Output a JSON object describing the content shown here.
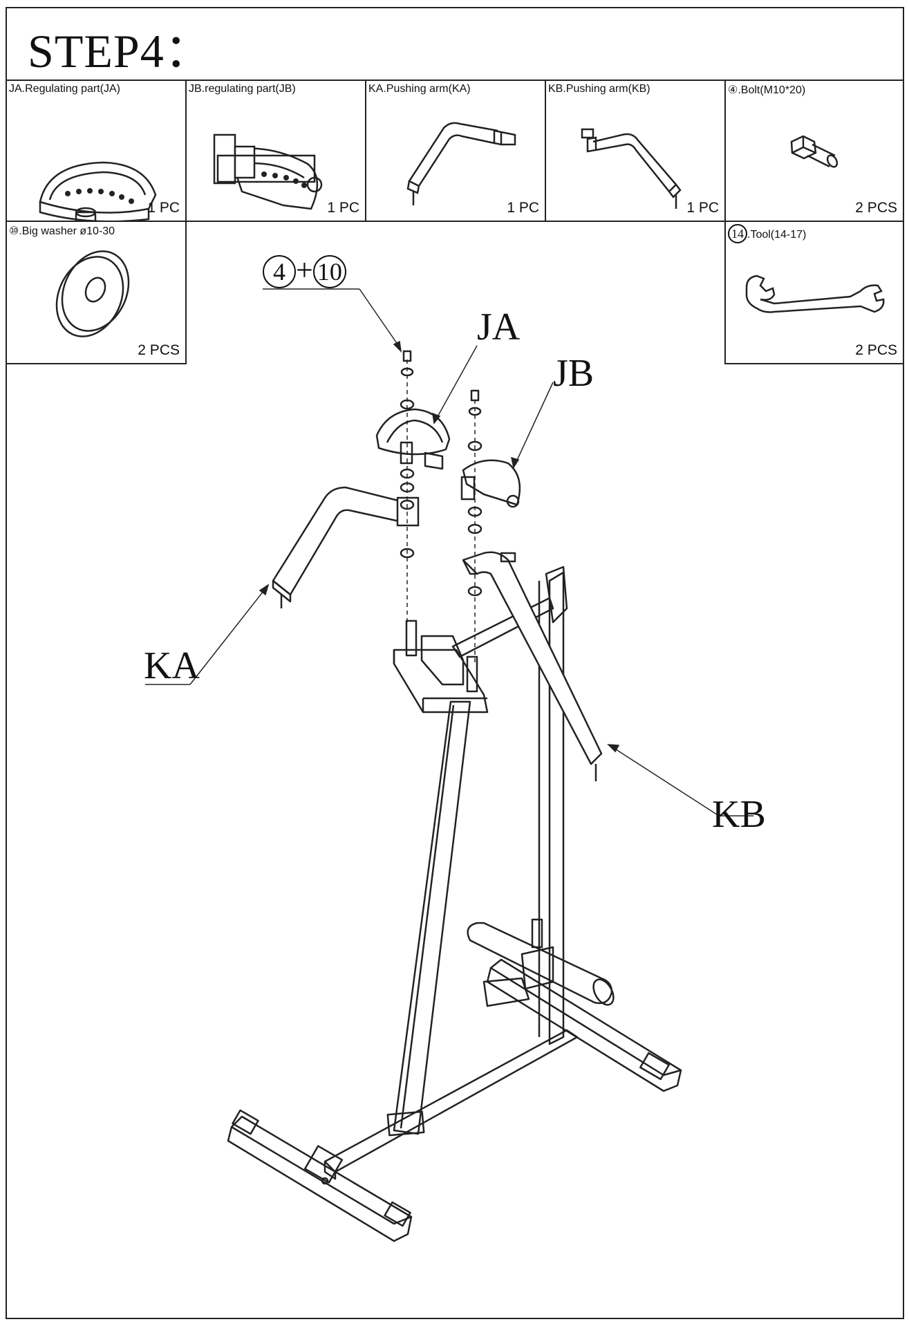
{
  "step_title": "STEP4：",
  "parts": [
    {
      "name": "JA.Regulating part(JA)",
      "qty": "1 PC",
      "icon": "regulating-part-ja-icon"
    },
    {
      "name": "JB.regulating part(JB)",
      "qty": "1 PC",
      "icon": "regulating-part-jb-icon"
    },
    {
      "name": "KA.Pushing arm(KA)",
      "qty": "1 PC",
      "icon": "pushing-arm-ka-icon"
    },
    {
      "name": "KB.Pushing arm(KB)",
      "qty": "1 PC",
      "icon": "pushing-arm-kb-icon"
    },
    {
      "name": "④.Bolt(M10*20)",
      "qty": "2 PCS",
      "icon": "bolt-icon"
    },
    {
      "name": "⑩.Big washer ø10-30",
      "qty": "2 PCS",
      "icon": "washer-icon"
    },
    {
      "num": "14",
      "name": ".Tool(14-17)",
      "qty": "2 PCS",
      "icon": "wrench-icon"
    }
  ],
  "callouts": {
    "bolt_num": "4",
    "plus": "+",
    "washer_num": "10",
    "ja": "JA",
    "jb": "JB",
    "ka": "KA",
    "kb": "KB"
  }
}
